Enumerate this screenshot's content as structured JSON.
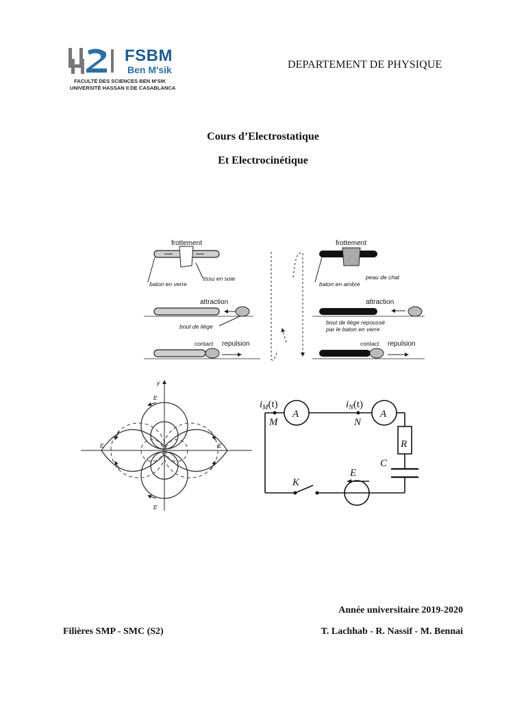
{
  "header": {
    "logo": {
      "brand": "FSBM",
      "sub": "Ben M'sik",
      "line1": "FACULTÉ DES SCIENCES BEN M'SIK",
      "line2": "UNIVERSITÉ HASSAN II DE CASABLANCA"
    },
    "department": "DEPARTEMENT DE PHYSIQUE"
  },
  "title": {
    "line1": "Cours d’Electrostatique",
    "line2": "Et Electrocinétique"
  },
  "figure_electrisation": {
    "left": {
      "frottement": "frottement",
      "tissu": "tissu en soie",
      "baton": "baton en verre",
      "attraction": "attraction",
      "liege": "bout de liège",
      "contact": "contact",
      "repulsion": "repulsion"
    },
    "right": {
      "frottement": "frottement",
      "peau": "peau de chat",
      "baton": "baton en ambre",
      "attraction": "attraction",
      "liege1": "bout de liège repoussé",
      "liege2": "par le baton en verre",
      "contact": "contact",
      "repulsion": "repulsion"
    }
  },
  "figure_dipole": {
    "y_label": "y",
    "e_label": "E"
  },
  "figure_circuit": {
    "iM": "i",
    "iM_sub": "M",
    "iM_t": "(t)",
    "iN": "i",
    "iN_sub": "N",
    "iN_t": "(t)",
    "M": "M",
    "N": "N",
    "ammeter": "A",
    "R": "R",
    "C": "C",
    "E": "E",
    "K": "K"
  },
  "footer": {
    "year": "Année universitaire 2019-2020",
    "filieres": "Filières SMP - SMC (S2)",
    "authors": "T. Lachhab - R. Nassif - M. Bennai"
  }
}
